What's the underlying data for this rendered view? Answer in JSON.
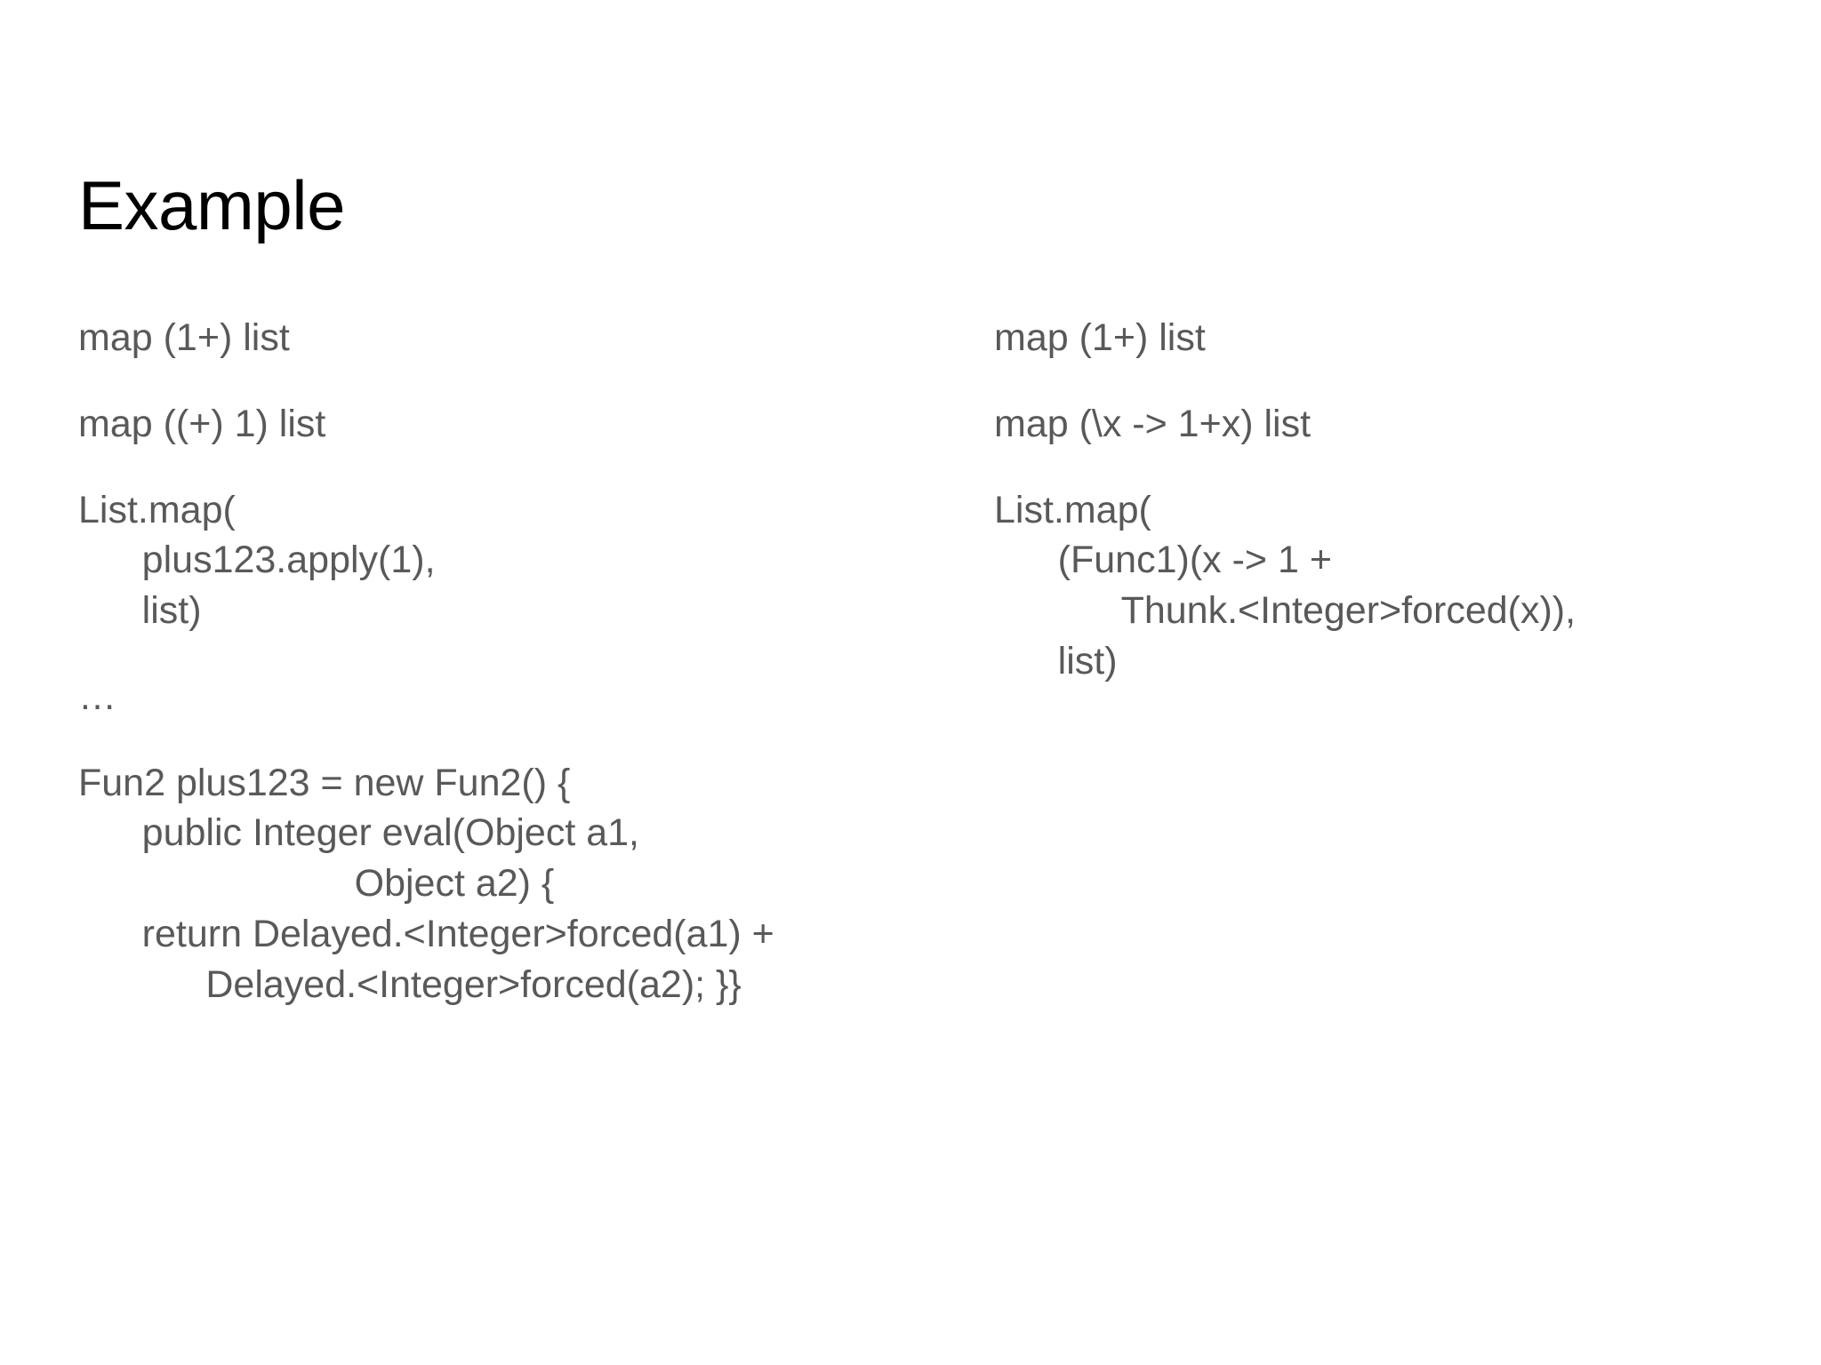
{
  "slide": {
    "title": "Example",
    "text_color": "#595959",
    "title_color": "#000000",
    "background_color": "#ffffff"
  },
  "left_column": {
    "blocks": [
      {
        "lines": [
          "map (1+) list"
        ]
      },
      {
        "lines": [
          "map ((+) 1) list"
        ]
      },
      {
        "lines": [
          "List.map(",
          "      plus123.apply(1),",
          "      list)"
        ]
      },
      {
        "lines": [
          "…"
        ]
      },
      {
        "lines": [
          "Fun2 plus123 = new Fun2() {",
          "      public Integer eval(Object a1,",
          "                          Object a2) {",
          "      return Delayed.<Integer>forced(a1) +",
          "            Delayed.<Integer>forced(a2); }}"
        ]
      }
    ]
  },
  "right_column": {
    "blocks": [
      {
        "lines": [
          "map (1+) list"
        ]
      },
      {
        "lines": [
          "map (\\x -> 1+x) list"
        ]
      },
      {
        "lines": [
          "List.map(",
          "      (Func1)(x -> 1 +",
          "            Thunk.<Integer>forced(x)),",
          "      list)"
        ]
      }
    ]
  }
}
